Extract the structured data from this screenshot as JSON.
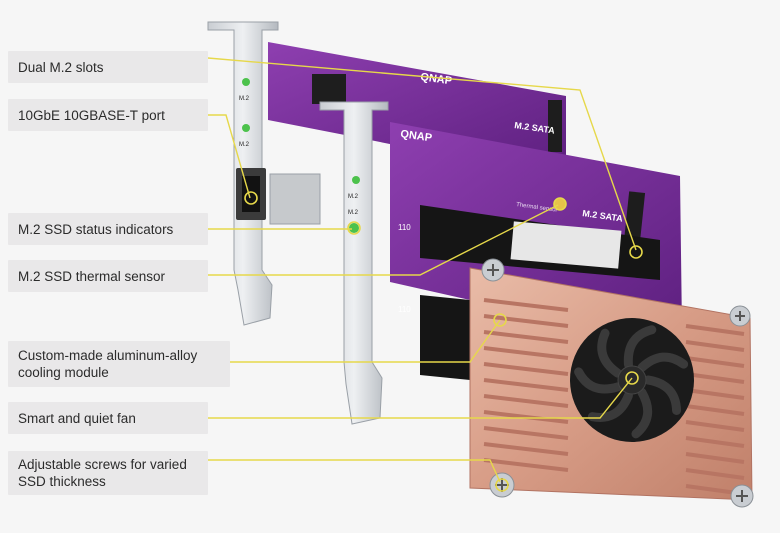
{
  "labels": [
    {
      "id": "dual-m2-slots",
      "text": "Dual M.2 slots"
    },
    {
      "id": "10gbe-port",
      "text": "10GbE 10GBASE-T port"
    },
    {
      "id": "status-indicators",
      "text": "M.2 SSD status indicators"
    },
    {
      "id": "thermal-sensor",
      "text": "M.2 SSD thermal sensor"
    },
    {
      "id": "cooling-module",
      "text": "Custom-made aluminum-alloy cooling module"
    },
    {
      "id": "fan",
      "text": "Smart and quiet fan"
    },
    {
      "id": "screws",
      "text": "Adjustable screws for varied SSD thickness"
    }
  ],
  "board_text": {
    "brand": "QNAP",
    "slot_label": "M.2 SATA",
    "m2_marks": [
      "M.2",
      "M.2"
    ],
    "size_marks": [
      "110",
      "110"
    ],
    "thermal_text": "Thermal sensor"
  },
  "colors": {
    "pcb": "#7a2f9a",
    "pcb_dark": "#5b1f78",
    "heatsink": "#d9a48f",
    "callout_line": "#e6d84a",
    "label_bg": "#e9e8e9"
  }
}
